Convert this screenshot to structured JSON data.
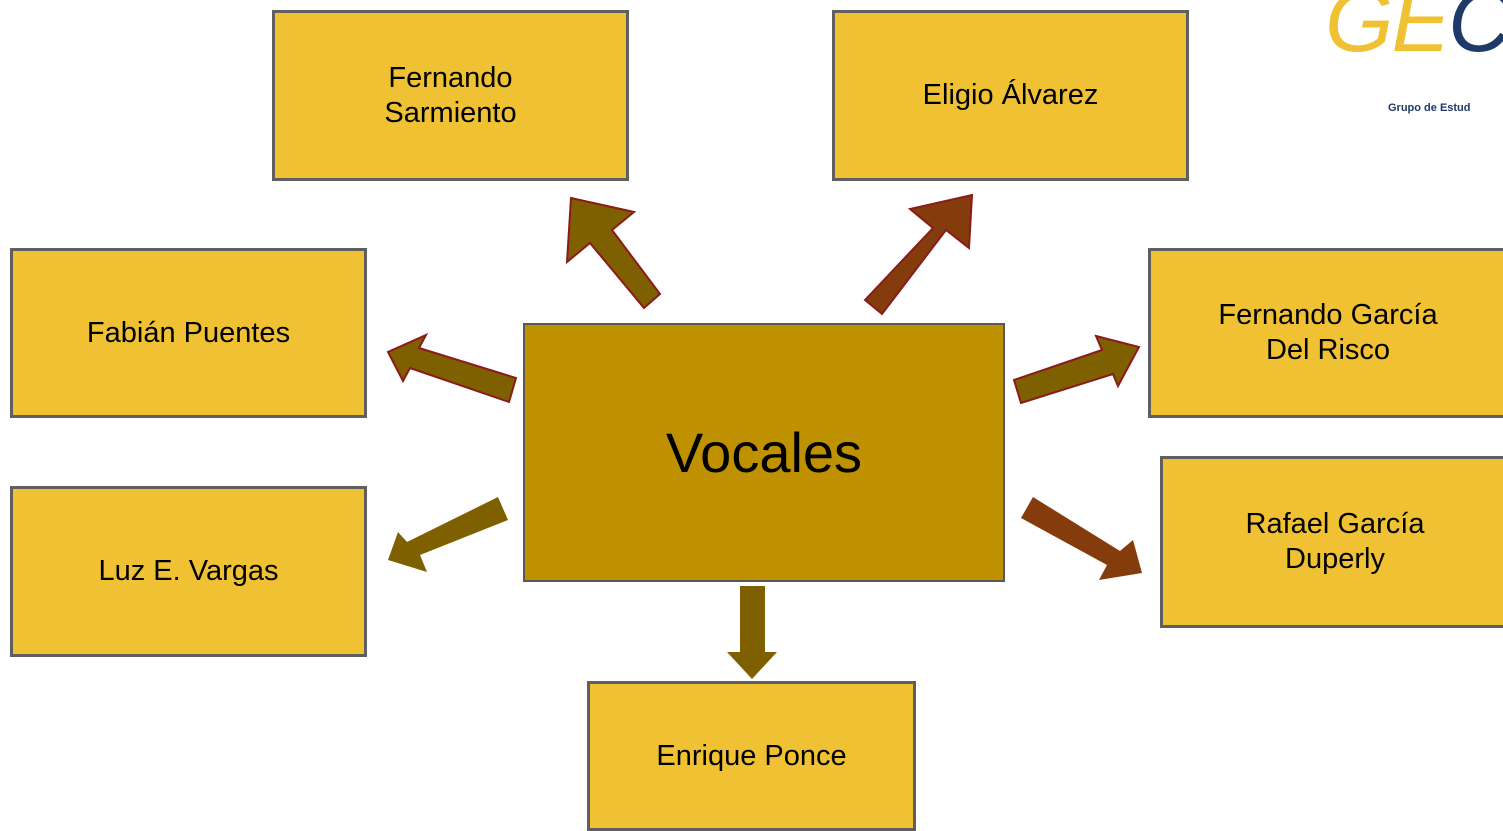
{
  "center": {
    "label": "Vocales"
  },
  "members": [
    {
      "id": "fernando-sarmiento",
      "label": "Fernando\nSarmiento"
    },
    {
      "id": "eligio-alvarez",
      "label": "Eligio Álvarez"
    },
    {
      "id": "fabian-puentes",
      "label": "Fabián Puentes"
    },
    {
      "id": "fernando-garcia-del-risco",
      "label": "Fernando García\nDel Risco"
    },
    {
      "id": "luz-vargas",
      "label": "Luz E. Vargas"
    },
    {
      "id": "rafael-garcia-duperly",
      "label": "Rafael García\nDuperly"
    },
    {
      "id": "enrique-ponce",
      "label": "Enrique Ponce"
    }
  ],
  "logo": {
    "mark_light": "GE",
    "mark_dark": "C",
    "subtitle": "Grupo de Estud"
  },
  "colors": {
    "box_fill": "#f0c233",
    "center_fill": "#bf9000",
    "arrow_olive": "#7f6000",
    "arrow_brown": "#843c0c"
  }
}
